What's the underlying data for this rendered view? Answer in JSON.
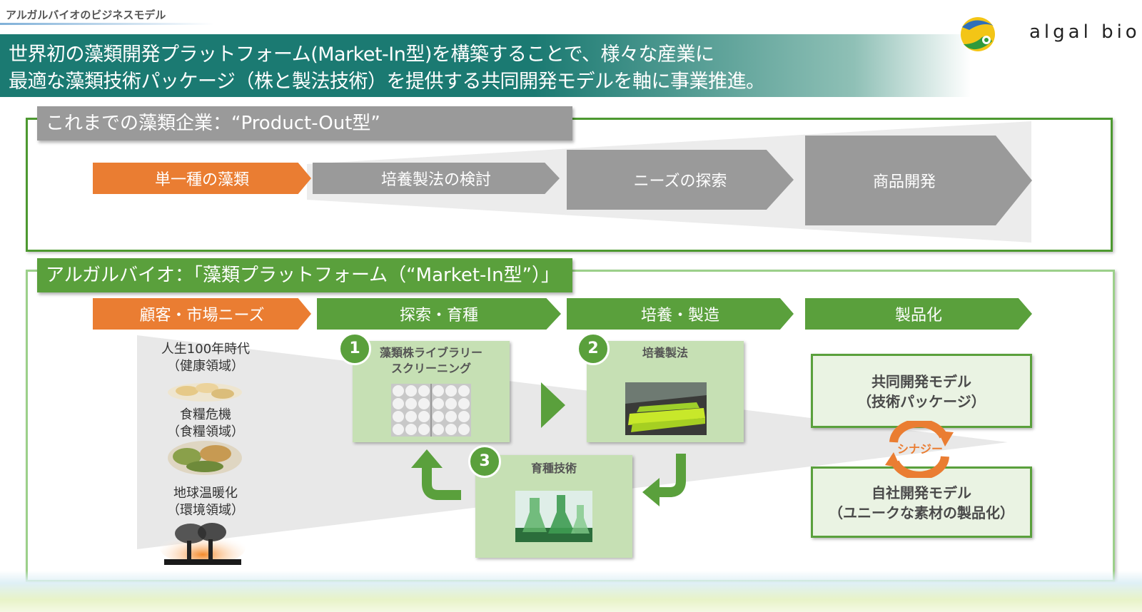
{
  "header": {
    "top_label": "アルガルバイオのビジネスモデル",
    "banner_line1": "世界初の藻類開発プラットフォーム(Market-In型)を構築することで、様々な産業に",
    "banner_line2": "最適な藻類技術パッケージ（株と製法技術）を提供する共同開発モデルを軸に事業推進。",
    "logo_text": "algal bio"
  },
  "section1": {
    "title": "これまでの藻類企業：“Product-Out型”",
    "steps": [
      "単一種の藻類",
      "培養製法の検討",
      "ニーズの探索",
      "商品開発"
    ]
  },
  "section2": {
    "title": "アルガルバイオ：「藻類プラットフォーム（“Market-In型”）」",
    "steps": [
      "顧客・市場ニーズ",
      "探索・育種",
      "培養・製造",
      "製品化"
    ],
    "needs": [
      {
        "line1": "人生100年時代",
        "line2": "（健康領域）"
      },
      {
        "line1": "食糧危機",
        "line2": "（食糧領域）"
      },
      {
        "line1": "地球温暖化",
        "line2": "（環境領域）"
      }
    ],
    "cards": [
      {
        "num": "1",
        "title1": "藻類株ライブラリー",
        "title2": "スクリーニング"
      },
      {
        "num": "2",
        "title1": "培養製法",
        "title2": ""
      },
      {
        "num": "3",
        "title1": "育種技術",
        "title2": ""
      }
    ],
    "models": [
      {
        "line1": "共同開発モデル",
        "line2": "（技術パッケージ）"
      },
      {
        "line1": "自社開発モデル",
        "line2": "（ユニークな素材の製品化）"
      }
    ],
    "synergy": "シナジー"
  },
  "colors": {
    "orange": "#ea7d32",
    "green": "#5aa03c",
    "gray": "#9a9a9a",
    "teal": "#1b7a72",
    "light_green": "#c6e0b4"
  }
}
